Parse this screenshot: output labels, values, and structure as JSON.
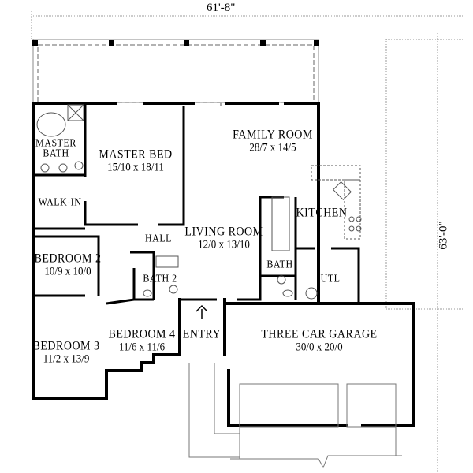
{
  "dimensions": {
    "width": "61'-8\"",
    "depth": "63'-0\""
  },
  "rooms": [
    {
      "id": "master-bath",
      "name": "MASTER\nBATH",
      "name_l1": "MASTER",
      "name_l2": "BATH",
      "size": ""
    },
    {
      "id": "master-bed",
      "name": "MASTER BED",
      "size": "15/10 x 18/11"
    },
    {
      "id": "walk-in",
      "name": "WALK-IN",
      "size": ""
    },
    {
      "id": "family-room",
      "name": "FAMILY ROOM",
      "size": "28/7 x 14/5"
    },
    {
      "id": "kitchen",
      "name": "KITCHEN",
      "size": ""
    },
    {
      "id": "living-room",
      "name": "LIVING ROOM",
      "size": "12/0 x 13/10"
    },
    {
      "id": "hall",
      "name": "HALL",
      "size": ""
    },
    {
      "id": "bedroom-2",
      "name": "BEDROOM 2",
      "size": "10/9 x 10/0"
    },
    {
      "id": "bath-2",
      "name": "BATH 2",
      "size": ""
    },
    {
      "id": "bath",
      "name": "BATH",
      "size": ""
    },
    {
      "id": "utl",
      "name": "UTL",
      "size": ""
    },
    {
      "id": "bedroom-3",
      "name": "BEDROOM 3",
      "size": "11/2 x 13/9"
    },
    {
      "id": "bedroom-4",
      "name": "BEDROOM 4",
      "size": "11/6 x 11/6"
    },
    {
      "id": "entry",
      "name": "ENTRY",
      "size": ""
    },
    {
      "id": "garage",
      "name": "THREE CAR GARAGE",
      "size": "30/0 x 20/0"
    }
  ],
  "colors": {
    "wall": "#000000",
    "fixture": "#555555",
    "dim_line": "#999999"
  }
}
